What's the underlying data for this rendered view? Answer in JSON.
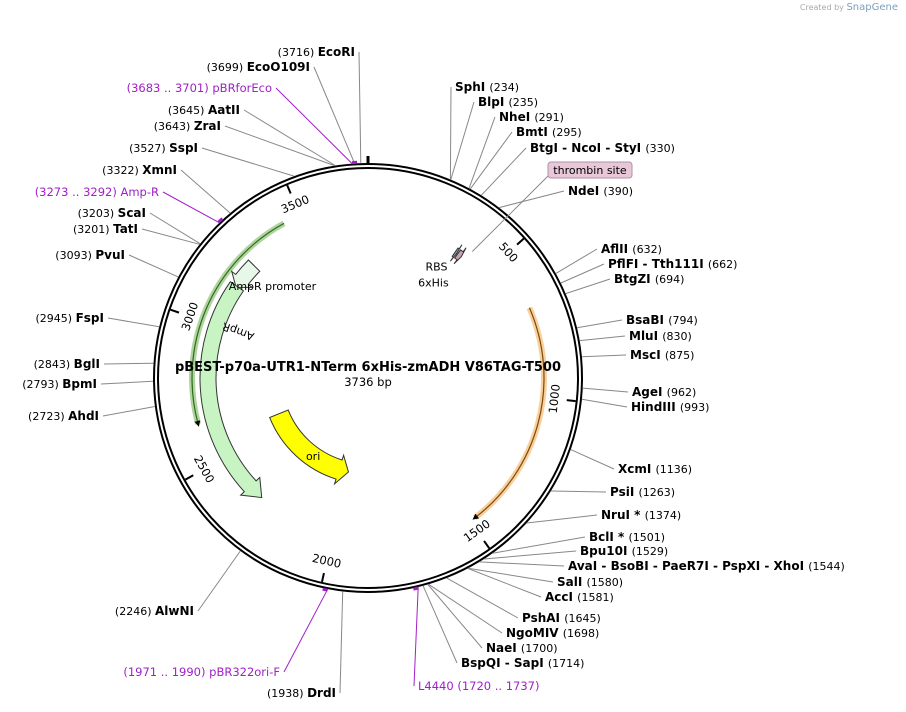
{
  "watermark": {
    "prefix": "Created by",
    "brand": "SnapGene"
  },
  "map": {
    "name": "pBEST-p70a-UTR1-NTerm 6xHis-zmADH V86TAG-T500",
    "size_label": "3736 bp",
    "total_bp": 3736,
    "ticks": [
      {
        "bp": 500,
        "label": "500"
      },
      {
        "bp": 1000,
        "label": "1000"
      },
      {
        "bp": 1500,
        "label": "1500"
      },
      {
        "bp": 2000,
        "label": "2000"
      },
      {
        "bp": 2500,
        "label": "2500"
      },
      {
        "bp": 3000,
        "label": "3000"
      },
      {
        "bp": 3500,
        "label": "3500"
      }
    ],
    "features": [
      {
        "name": "AmpR promoter",
        "label": "AmpR promoter",
        "start": 3160,
        "end": 3265,
        "color": "#e8f8e8"
      },
      {
        "name": "AmpR",
        "label": "AmpR",
        "start": 2300,
        "end": 3165,
        "color": "#c8f4c4"
      },
      {
        "name": "ori",
        "label": "ori",
        "start": 1990,
        "end": 2575,
        "color": "#ffff00"
      },
      {
        "name": "RBS",
        "label": "RBS",
        "start": 360,
        "end": 368,
        "color": "#9aa0a6"
      },
      {
        "name": "6xHis",
        "label": "6xHis",
        "start": 372,
        "end": 390,
        "color": "#c8a0b8"
      },
      {
        "name": "thrombin site",
        "label": "thrombin site",
        "start": 400,
        "end": 418,
        "color": "#c8a0b8"
      }
    ],
    "highlighted_orfs": [
      {
        "name": "zmADH ORF",
        "start": 690,
        "end": 1480,
        "color": "#f4a84a"
      },
      {
        "name": "AmpR ORF",
        "start": 2645,
        "end": 3440,
        "color": "#70b050"
      }
    ],
    "feature_callouts": [
      {
        "text": "thrombin site",
        "bp": 410
      }
    ],
    "enzymes": [
      {
        "name": "EcoRI",
        "pos": "(3716)",
        "bp": 3716
      },
      {
        "name": "EcoO109I",
        "pos": "(3699)",
        "bp": 3699
      },
      {
        "name": "AatII",
        "pos": "(3645)",
        "bp": 3645
      },
      {
        "name": "ZraI",
        "pos": "(3643)",
        "bp": 3643
      },
      {
        "name": "SspI",
        "pos": "(3527)",
        "bp": 3527
      },
      {
        "name": "XmnI",
        "pos": "(3322)",
        "bp": 3322
      },
      {
        "name": "ScaI",
        "pos": "(3203)",
        "bp": 3203
      },
      {
        "name": "TatI",
        "pos": "(3201)",
        "bp": 3201
      },
      {
        "name": "PvuI",
        "pos": "(3093)",
        "bp": 3093
      },
      {
        "name": "FspI",
        "pos": "(2945)",
        "bp": 2945
      },
      {
        "name": "BglI",
        "pos": "(2843)",
        "bp": 2843
      },
      {
        "name": "BpmI",
        "pos": "(2793)",
        "bp": 2793
      },
      {
        "name": "AhdI",
        "pos": "(2723)",
        "bp": 2723
      },
      {
        "name": "AlwNI",
        "pos": "(2246)",
        "bp": 2246
      },
      {
        "name": "DrdI",
        "pos": "(1938)",
        "bp": 1938
      },
      {
        "name": "SphI",
        "pos": "(234)",
        "bp": 234
      },
      {
        "name": "BlpI",
        "pos": "(235)",
        "bp": 235
      },
      {
        "name": "NheI",
        "pos": "(291)",
        "bp": 291
      },
      {
        "name": "BmtI",
        "pos": "(295)",
        "bp": 295
      },
      {
        "name": "BtgI  -  NcoI  -  StyI",
        "pos": "(330)",
        "bp": 330
      },
      {
        "name": "NdeI",
        "pos": "(390)",
        "bp": 390
      },
      {
        "name": "AflII",
        "pos": "(632)",
        "bp": 632
      },
      {
        "name": "PflFI  -  Tth111I",
        "pos": "(662)",
        "bp": 662
      },
      {
        "name": "BtgZI",
        "pos": "(694)",
        "bp": 694
      },
      {
        "name": "BsaBI",
        "pos": "(794)",
        "bp": 794
      },
      {
        "name": "MluI",
        "pos": "(830)",
        "bp": 830
      },
      {
        "name": "MscI",
        "pos": "(875)",
        "bp": 875
      },
      {
        "name": "AgeI",
        "pos": "(962)",
        "bp": 962
      },
      {
        "name": "HindIII",
        "pos": "(993)",
        "bp": 993
      },
      {
        "name": "XcmI",
        "pos": "(1136)",
        "bp": 1136
      },
      {
        "name": "PsiI",
        "pos": "(1263)",
        "bp": 1263
      },
      {
        "name": "NruI *",
        "pos": "(1374)",
        "bp": 1374
      },
      {
        "name": "BclI *",
        "pos": "(1501)",
        "bp": 1501
      },
      {
        "name": "Bpu10I",
        "pos": "(1529)",
        "bp": 1529
      },
      {
        "name": "AvaI  -  BsoBI  -  PaeR7I  -  PspXI  -  XhoI",
        "pos": "(1544)",
        "bp": 1544
      },
      {
        "name": "SalI",
        "pos": "(1580)",
        "bp": 1580
      },
      {
        "name": "AccI",
        "pos": "(1581)",
        "bp": 1581
      },
      {
        "name": "PshAI",
        "pos": "(1645)",
        "bp": 1645
      },
      {
        "name": "NgoMIV",
        "pos": "(1698)",
        "bp": 1698
      },
      {
        "name": "NaeI",
        "pos": "(1700)",
        "bp": 1700
      },
      {
        "name": "BspQI  -  SapI",
        "pos": "(1714)",
        "bp": 1714
      }
    ],
    "primers": [
      {
        "name": "pBRforEco",
        "pos": "(3683 .. 3701)",
        "bp": 3692
      },
      {
        "name": "Amp-R",
        "pos": "(3273 .. 3292)",
        "bp": 3282
      },
      {
        "name": "pBR322ori-F",
        "pos": "(1971 .. 1990)",
        "bp": 1980
      },
      {
        "name": "L4440",
        "pos": "(1720 .. 1737)",
        "bp": 1728
      }
    ]
  }
}
